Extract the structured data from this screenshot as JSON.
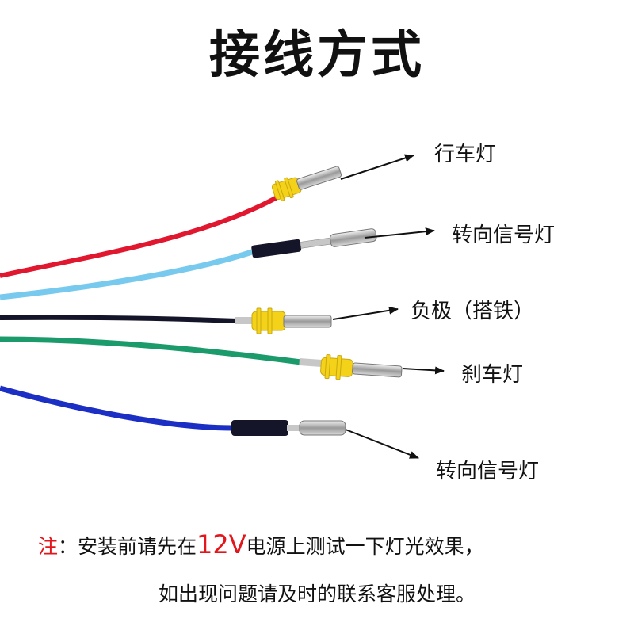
{
  "title": "接线方式",
  "labels": {
    "running_light": "行车灯",
    "turn_signal_1": "转向信号灯",
    "ground": "负极（搭铁）",
    "brake_light": "刹车灯",
    "turn_signal_2": "转向信号灯"
  },
  "note": {
    "prefix": "注",
    "colon": "：",
    "line1_before": "安装前请先在",
    "voltage": "12V",
    "line1_after": "电源上测试一下灯光效果，",
    "line2": "如出现问题请及时的联系客服处理。"
  },
  "colors": {
    "red_wire": "#e0172f",
    "light_blue_wire": "#78c9ee",
    "black_wire": "#15152a",
    "green_wire": "#1b9a6b",
    "blue_wire": "#1b2fc4",
    "connector_yellow": "#f4d21a",
    "note_red": "#e3161b"
  }
}
